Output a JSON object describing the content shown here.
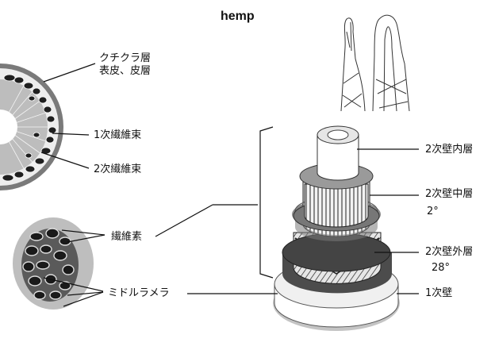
{
  "title": "hemp",
  "labels": {
    "cuticle": "クチクラ層",
    "epidermis": "表皮、皮層",
    "primary_bundle": "1次繊維束",
    "secondary_bundle": "2次繊維束",
    "fiber_element": "繊維素",
    "middle_lamella": "ミドルラメラ",
    "s3": "2次壁内層",
    "s2": "2次壁中層",
    "s2_angle": "2°",
    "s1": "2次壁外層",
    "s1_angle": "28°",
    "primary_wall": "1次壁"
  }
}
